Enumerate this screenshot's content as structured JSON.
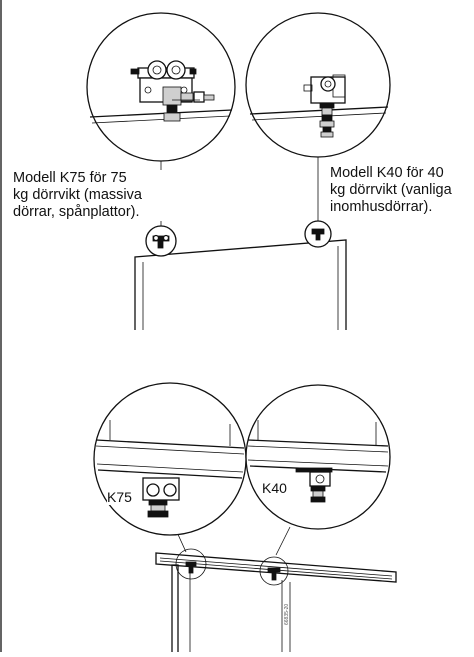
{
  "captions": {
    "k75": "Modell K75 för 75\nkg dörrvikt (massiva\ndörrar, spånplattor).",
    "k40": "Modell K40 för 40\nkg dörrvikt (vanliga\ninomhusdörrar)."
  },
  "labels": {
    "k75": "K75",
    "k40": "K40"
  },
  "article_number": "66835-20"
}
